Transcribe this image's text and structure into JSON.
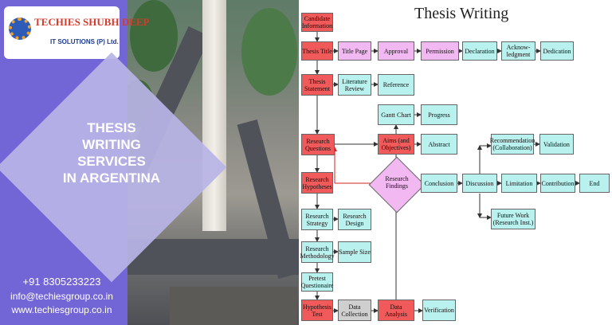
{
  "brand": {
    "logo_line1": "TECHIES SHUBH DEEP",
    "logo_line2": "IT SOLUTIONS (P) Ltd."
  },
  "banner": {
    "lines": [
      "THESIS",
      "WRITING",
      "SERVICES",
      "IN ARGENTINA"
    ]
  },
  "contact": {
    "phone": "+91 8305233223",
    "email": "info@techiesgroup.co.in",
    "website": "www.techiesgroup.co.in"
  },
  "flowchart": {
    "title": "Thesis Writing",
    "nodes": {
      "candidate_info": "Candidate\nInformation",
      "thesis_title": "Thesis Title",
      "title_page": "Title Page",
      "approval": "Approval",
      "permission": "Permission",
      "declaration": "Declaration",
      "acknowledgement": "Acknow-\nledgment",
      "dedication": "Dedication",
      "thesis_statement": "Thesis\nStatement",
      "literature_review": "Literature\nReview",
      "reference": "Reference",
      "gantt_chart": "Gantt Chart",
      "progress": "Progress",
      "research_questions": "Research\nQuestions",
      "aims": "Aims (and\nObjectives)",
      "abstract": "Abstract",
      "recommendation": "Recommendation\n(Collaboration)",
      "validation": "Validation",
      "research_hypotheses": "Research\nHypotheses",
      "research_findings": "Research\nFindings",
      "conclusion": "Conclusion",
      "discussion": "Discussion",
      "limitation": "Limitation",
      "contribution": "Contribution",
      "end": "End",
      "research_strategy": "Research\nStrategy",
      "research_design": "Research\nDesign",
      "future_work": "Future Work\n(Research Inst.)",
      "research_methodology": "Research\nMethodology",
      "sample_size": "Sample Size",
      "pretest": "Pretest\nQuestionaire",
      "hypothesis_test": "Hypothesis\nTest",
      "data_collection": "Data\nCollection",
      "data_analysis": "Data\nAnalysis",
      "verification": "Verification"
    }
  },
  "colors": {
    "purple": "#7266d6",
    "red_node": "#f15a5a",
    "pink_node": "#f2b8f2",
    "cyan_node": "#b9f1ee",
    "gray_node": "#cfcfcf"
  }
}
